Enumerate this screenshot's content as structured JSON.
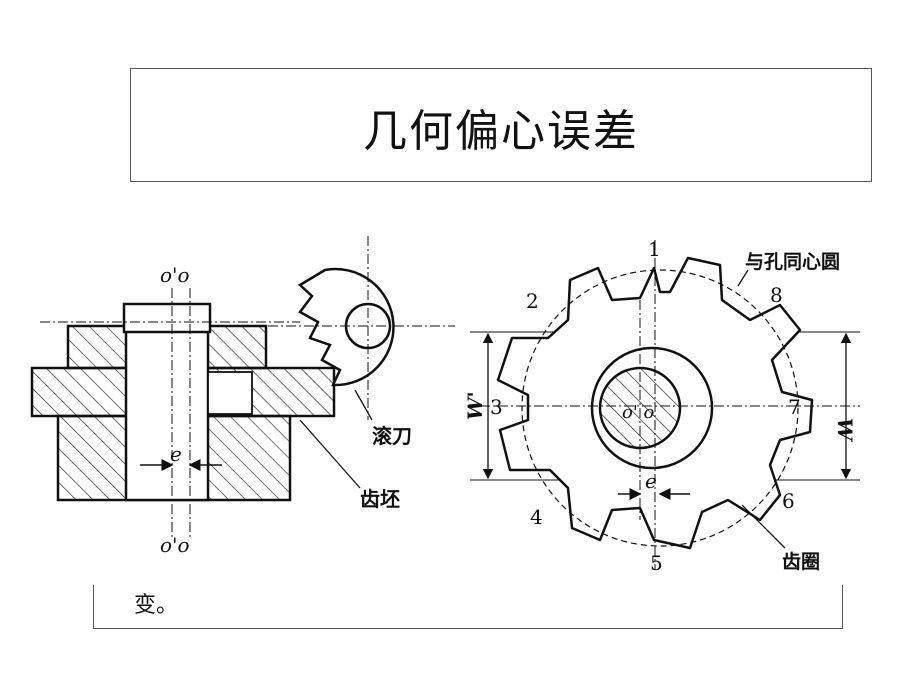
{
  "title": "几何偏心误差",
  "footer_text": "变。",
  "left_figure": {
    "top_axis_label": "o'o",
    "bottom_axis_label": "o'o",
    "eccentricity_label": "e",
    "hob_label": "滚刀",
    "blank_label": "齿坯"
  },
  "right_figure": {
    "concentric_circle_label": "与孔同心圆",
    "ring_gear_label": "齿圈",
    "center_label": "o'  o",
    "eccentricity_label": "e",
    "left_dim_label": "W'",
    "right_dim_label": "W",
    "tooth_numbers": [
      "1",
      "2",
      "3",
      "4",
      "5",
      "6",
      "7",
      "8"
    ]
  }
}
